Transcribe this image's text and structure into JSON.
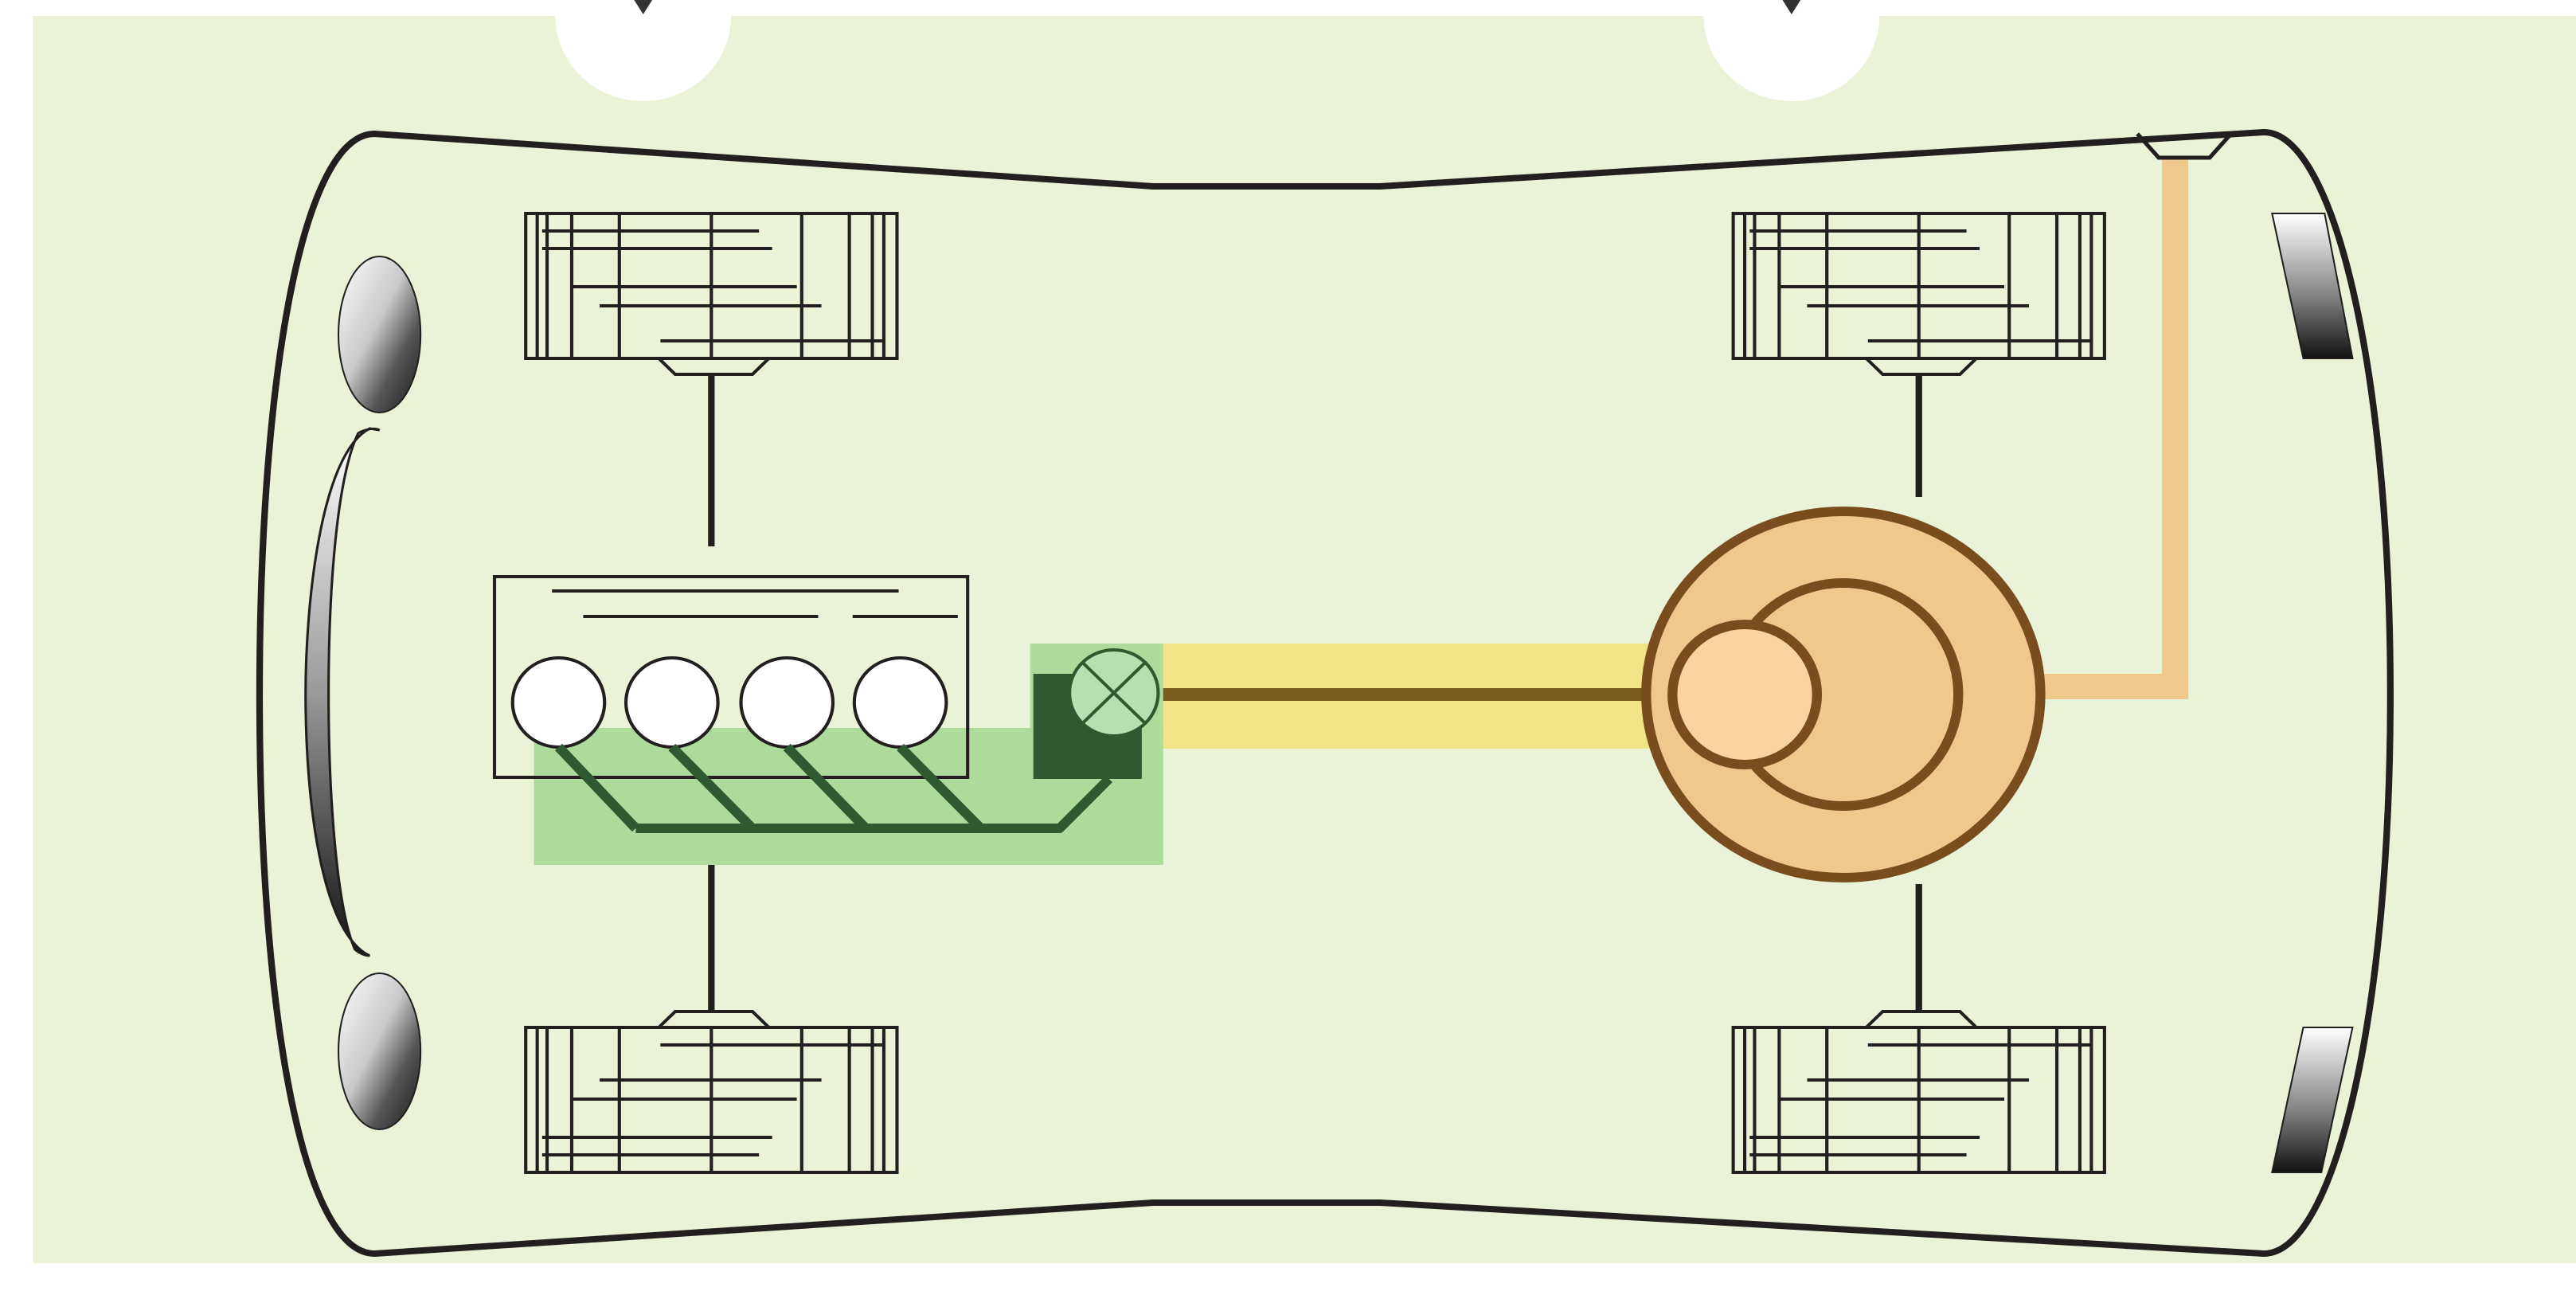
{
  "diagram": {
    "subject": "car-drivetrain-top-view",
    "elements": [
      "car-body",
      "front-left-wheel",
      "front-right-wheel",
      "rear-left-wheel",
      "rear-right-wheel",
      "engine",
      "exhaust-manifold",
      "drive-shaft",
      "rear-differential",
      "fuel-line",
      "headlights",
      "front-bumper",
      "tail-lights"
    ]
  },
  "colors": {
    "background": "#eaf3d8",
    "outline": "#231f20",
    "exhaust_fill": "#acdb9c",
    "exhaust_dark": "#2f5a2f",
    "valve_fill": "#b5e0b0",
    "shaft_fill": "#f2e288",
    "shaft_core": "#7a5c1c",
    "differential_fill": "#efc98b",
    "differential_ring": "#7a4d1e",
    "differential_gear": "#f9d3a1",
    "fuel_line": "#efc98b",
    "cylinder": "#ffffff"
  }
}
